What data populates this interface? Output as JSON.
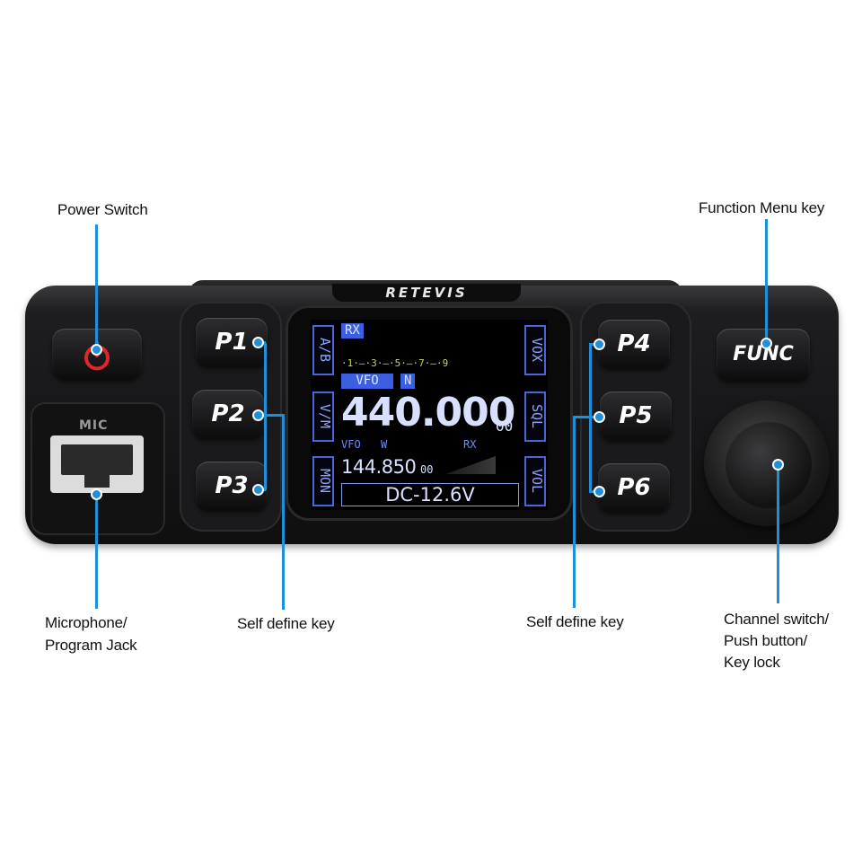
{
  "brand": "RETEVIS",
  "colors": {
    "accent": "#1f8fd9",
    "power": "#e0262b",
    "lcd_blue": "#3b5fe0"
  },
  "callouts": {
    "power_switch": "Power Switch",
    "function_menu_key": "Function Menu key",
    "mic_jack": [
      "Microphone/",
      "Program  Jack"
    ],
    "self_define_left": "Self define key",
    "self_define_right": "Self define key",
    "channel_switch": [
      "Channel switch/",
      "Push button/",
      "Key lock"
    ]
  },
  "keys": {
    "p1": "P1",
    "p2": "P2",
    "p3": "P3",
    "p4": "P4",
    "p5": "P5",
    "p6": "P6",
    "func": "FUNC",
    "power_icon": "power-icon"
  },
  "mic_label": "MIC",
  "lcd": {
    "side_left": [
      "A/B",
      "V/M",
      "MON"
    ],
    "side_right": [
      "VOX",
      "SQL",
      "VOL"
    ],
    "rx_tag": "RX",
    "scale": "·1·—·3·—·5·—·7·—·9",
    "vfo_tag": "VFO",
    "narrow_tag": "N",
    "main_freq": "440.000",
    "main_freq_suffix": "00",
    "sub_vfo": "VFO",
    "sub_w": "W",
    "sub_rx": "RX",
    "sub_freq": "144.850",
    "sub_freq_suffix": "00",
    "voltage": "DC-12.6V"
  }
}
